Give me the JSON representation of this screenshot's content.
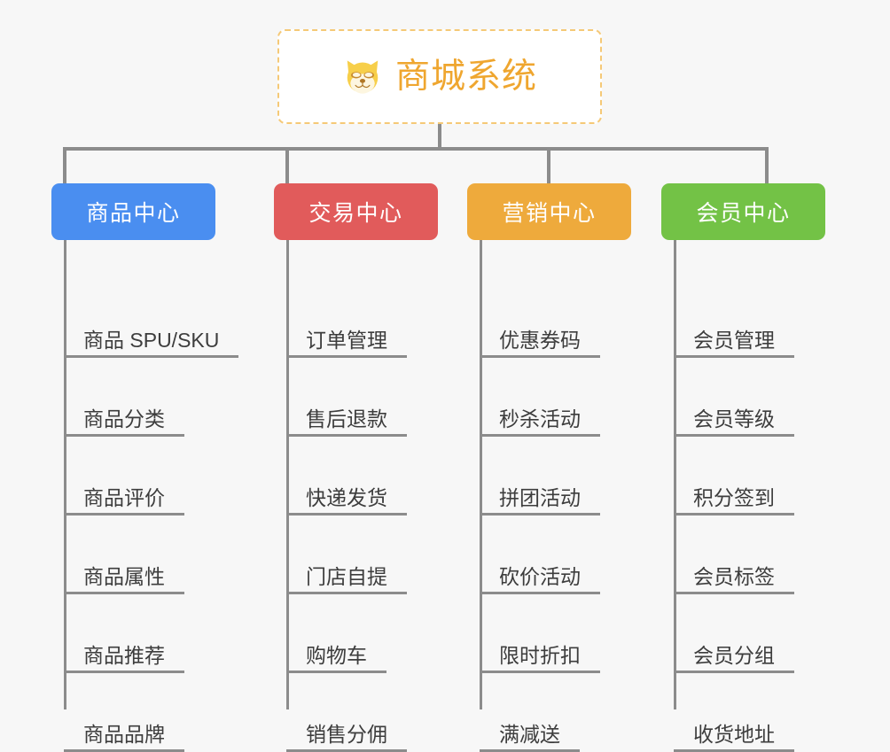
{
  "diagram": {
    "type": "org-tree",
    "background_color": "#f7f7f7",
    "root": {
      "title": "商城系统",
      "icon": "shiba-dog-face-icon",
      "text_color": "#efa62f",
      "border_color": "#f5c977",
      "background_color": "#ffffff"
    },
    "connector_color": "#8c8c8c",
    "leaf_text_color": "#3d3d3d",
    "columns": [
      {
        "label": "商品中心",
        "color": "#4a8ef0",
        "items": [
          "商品 SPU/SKU",
          "商品分类",
          "商品评价",
          "商品属性",
          "商品推荐",
          "商品品牌"
        ]
      },
      {
        "label": "交易中心",
        "color": "#e15b5b",
        "items": [
          "订单管理",
          "售后退款",
          "快递发货",
          "门店自提",
          "购物车",
          "销售分佣"
        ]
      },
      {
        "label": "营销中心",
        "color": "#eeaa3c",
        "items": [
          "优惠券码",
          "秒杀活动",
          "拼团活动",
          "砍价活动",
          "限时折扣",
          "满减送"
        ]
      },
      {
        "label": "会员中心",
        "color": "#73c246",
        "items": [
          "会员管理",
          "会员等级",
          "积分签到",
          "会员标签",
          "会员分组",
          "收货地址"
        ]
      }
    ]
  }
}
